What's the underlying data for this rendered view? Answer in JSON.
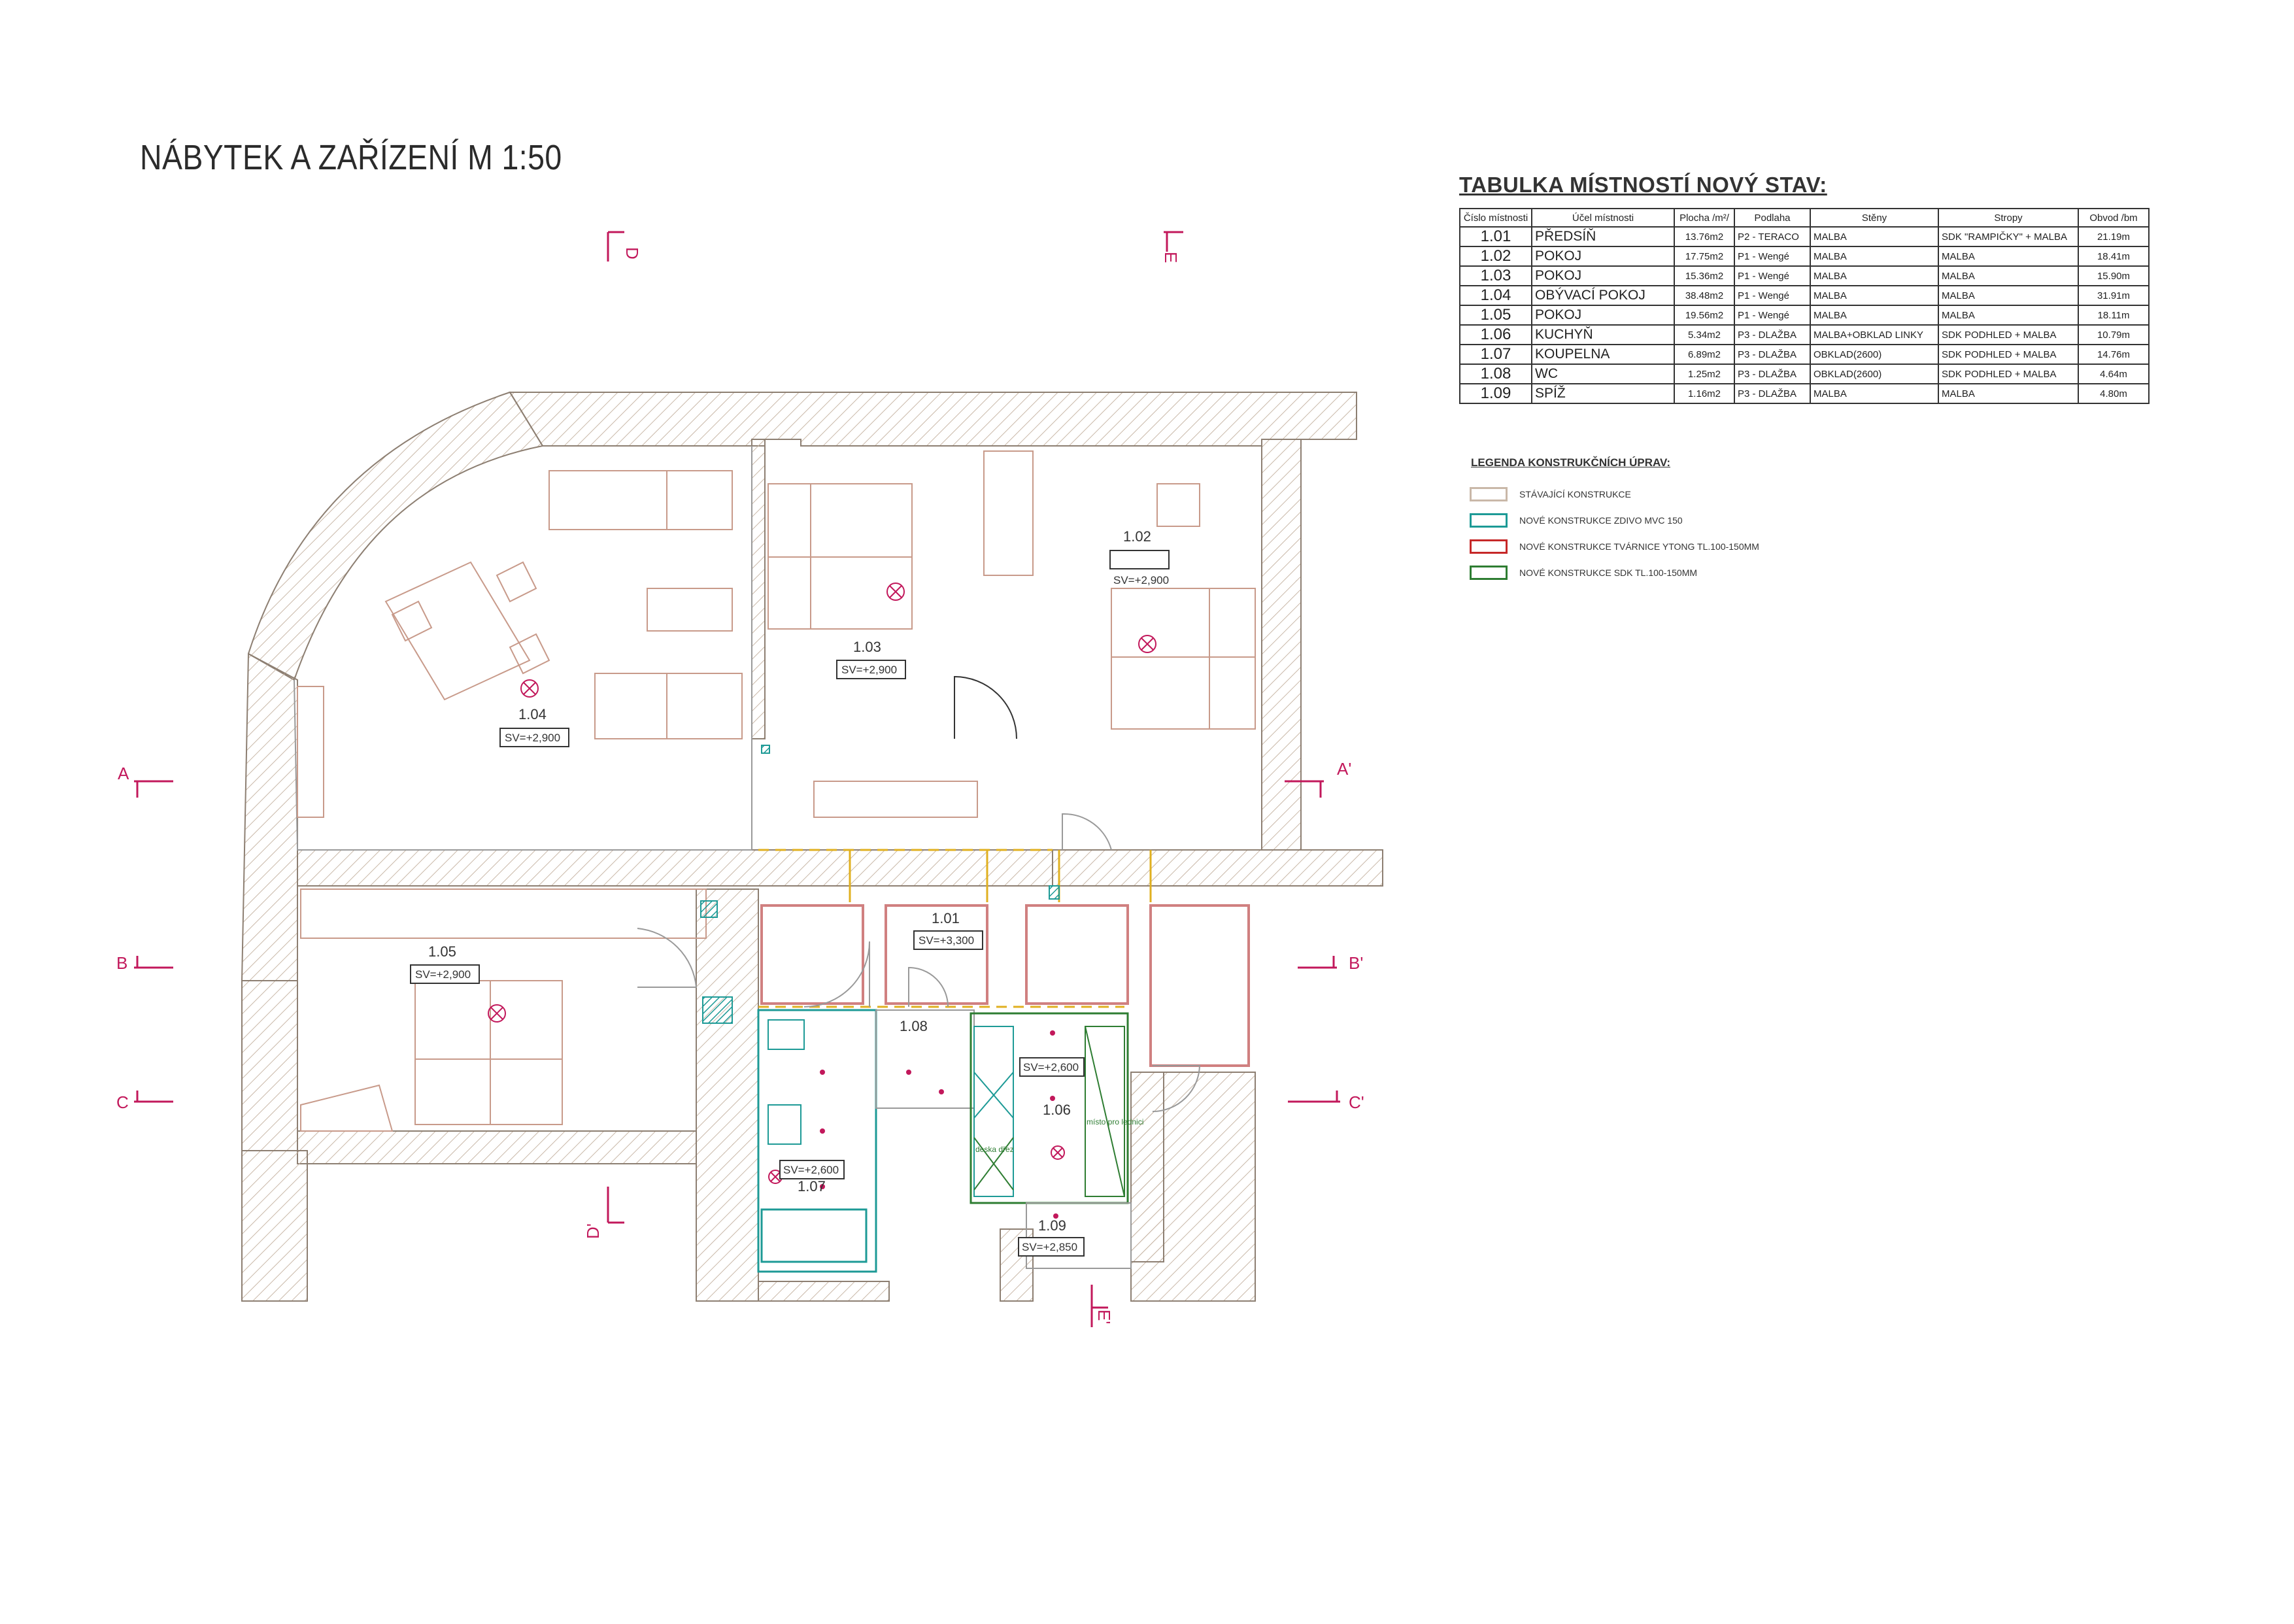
{
  "title": "NÁBYTEK A ZAŘÍZENÍ M 1:50",
  "room_table": {
    "title": "TABULKA MÍSTNOSTÍ NOVÝ STAV:",
    "headers": [
      "Číslo místnosti",
      "Účel místnosti",
      "Plocha /m²/",
      "Podlaha",
      "Stěny",
      "Stropy",
      "Obvod /bm"
    ],
    "rows": [
      [
        "1.01",
        "PŘEDSÍŇ",
        "13.76m2",
        "P2 - TERACO",
        "MALBA",
        "SDK \"RAMPIČKY\" + MALBA",
        "21.19m"
      ],
      [
        "1.02",
        "POKOJ",
        "17.75m2",
        "P1 - Wengé",
        "MALBA",
        "MALBA",
        "18.41m"
      ],
      [
        "1.03",
        "POKOJ",
        "15.36m2",
        "P1 - Wengé",
        "MALBA",
        "MALBA",
        "15.90m"
      ],
      [
        "1.04",
        "OBÝVACÍ POKOJ",
        "38.48m2",
        "P1 - Wengé",
        "MALBA",
        "MALBA",
        "31.91m"
      ],
      [
        "1.05",
        "POKOJ",
        "19.56m2",
        "P1 - Wengé",
        "MALBA",
        "MALBA",
        "18.11m"
      ],
      [
        "1.06",
        "KUCHYŇ",
        "5.34m2",
        "P3 - DLAŽBA",
        "MALBA+OBKLAD LINKY",
        "SDK PODHLED + MALBA",
        "10.79m"
      ],
      [
        "1.07",
        "KOUPELNA",
        "6.89m2",
        "P3 - DLAŽBA",
        "OBKLAD(2600)",
        "SDK PODHLED + MALBA",
        "14.76m"
      ],
      [
        "1.08",
        "WC",
        "1.25m2",
        "P3 - DLAŽBA",
        "OBKLAD(2600)",
        "SDK PODHLED + MALBA",
        "4.64m"
      ],
      [
        "1.09",
        "SPÍŽ",
        "1.16m2",
        "P3 - DLAŽBA",
        "MALBA",
        "MALBA",
        "4.80m"
      ]
    ]
  },
  "legend": {
    "title": "LEGENDA KONSTRUKČNÍCH ÚPRAV:",
    "items": [
      {
        "label": "STÁVAJÍCÍ KONSTRUKCE",
        "color": "#c9b8a8"
      },
      {
        "label": "NOVÉ KONSTRUKCE ZDIVO MVC 150",
        "color": "#1d9a96"
      },
      {
        "label": "NOVÉ KONSTRUKCE TVÁRNICE YTONG TL.100-150MM",
        "color": "#c62828"
      },
      {
        "label": "NOVÉ KONSTRUKCE SDK TL.100-150MM",
        "color": "#2e7d32"
      }
    ]
  },
  "plan": {
    "rooms": [
      {
        "id": "1.04",
        "sv": "SV=+2,900"
      },
      {
        "id": "1.03",
        "sv": "SV=+2,900"
      },
      {
        "id": "1.02",
        "sv": "SV=+2,900"
      },
      {
        "id": "1.05",
        "sv": "SV=+2,900"
      },
      {
        "id": "1.01",
        "sv": "SV=+3,300"
      },
      {
        "id": "1.08",
        "sv": ""
      },
      {
        "id": "1.06",
        "sv": "SV=+2,600"
      },
      {
        "id": "1.07",
        "sv": "SV=+2,600"
      },
      {
        "id": "1.09",
        "sv": "SV=+2,850"
      }
    ],
    "sections": {
      "a_left": "A",
      "a_right": "A'",
      "b_left": "B",
      "b_right": "B'",
      "c_left": "C",
      "c_right": "C'",
      "d_top": "D",
      "d_bottom": "D'",
      "e_top": "E",
      "e_bottom": "E'"
    },
    "fixture_labels": {
      "kitchen_sink": "deska dřez",
      "kitchen_fridge": "místo pro lednici"
    }
  }
}
